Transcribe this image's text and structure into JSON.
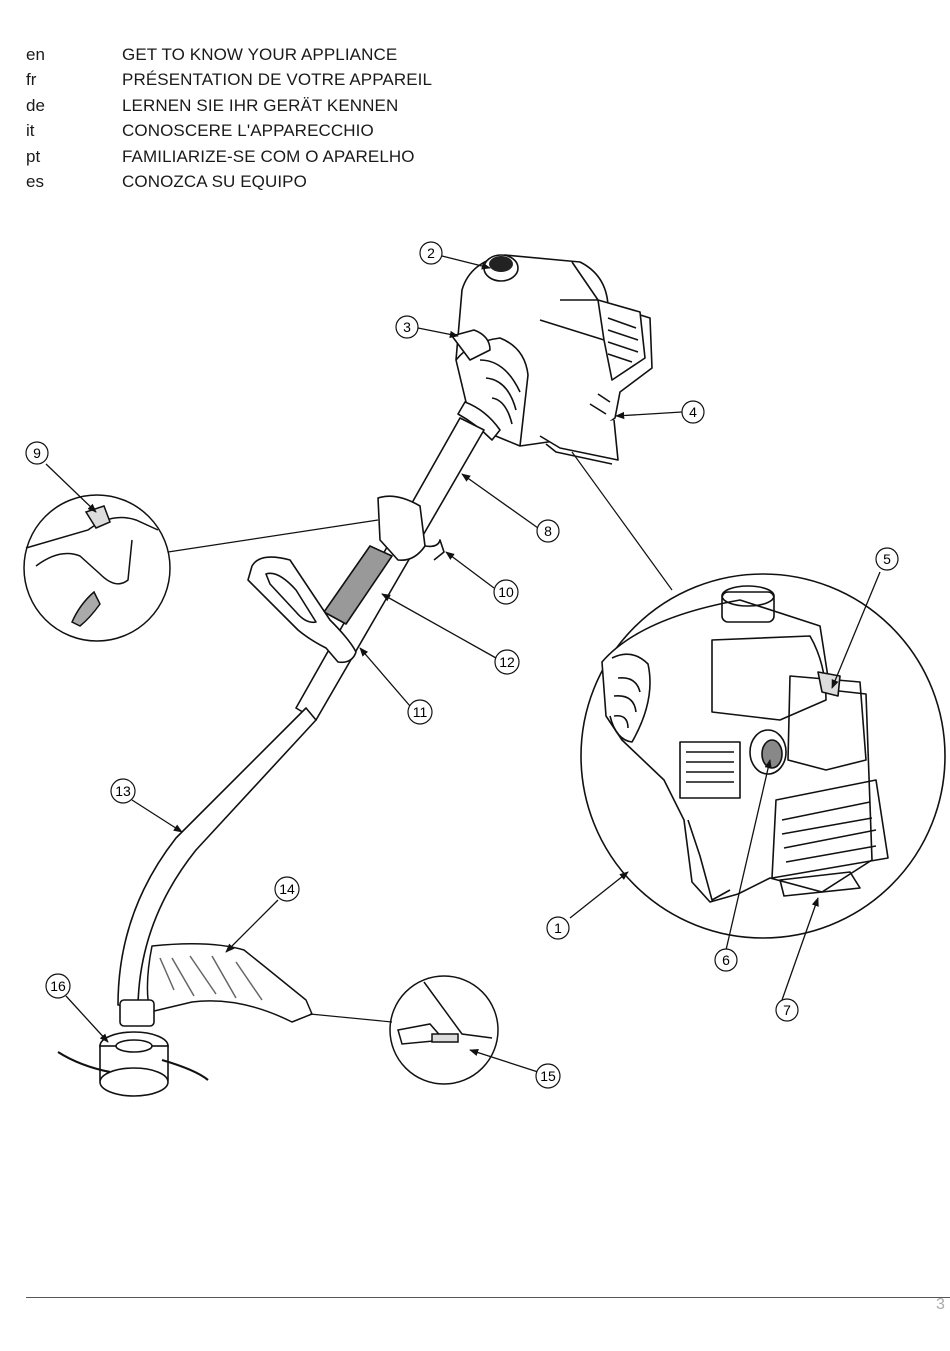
{
  "header": {
    "languages": [
      {
        "code": "en",
        "title": "GET TO KNOW YOUR APPLIANCE"
      },
      {
        "code": "fr",
        "title": "PRÉSENTATION DE VOTRE APPAREIL"
      },
      {
        "code": "de",
        "title": "LERNEN SIE IHR GERÄT KENNEN"
      },
      {
        "code": "it",
        "title": "CONOSCERE L'APPARECCHIO"
      },
      {
        "code": "pt",
        "title": "FAMILIARIZE-SE COM O APARELHO"
      },
      {
        "code": "es",
        "title": "CONOZCA SU EQUIPO"
      }
    ]
  },
  "callouts": [
    "1",
    "2",
    "3",
    "4",
    "5",
    "6",
    "7",
    "8",
    "9",
    "10",
    "11",
    "12",
    "13",
    "14",
    "15",
    "16"
  ],
  "footer": {
    "page_number": "3"
  }
}
